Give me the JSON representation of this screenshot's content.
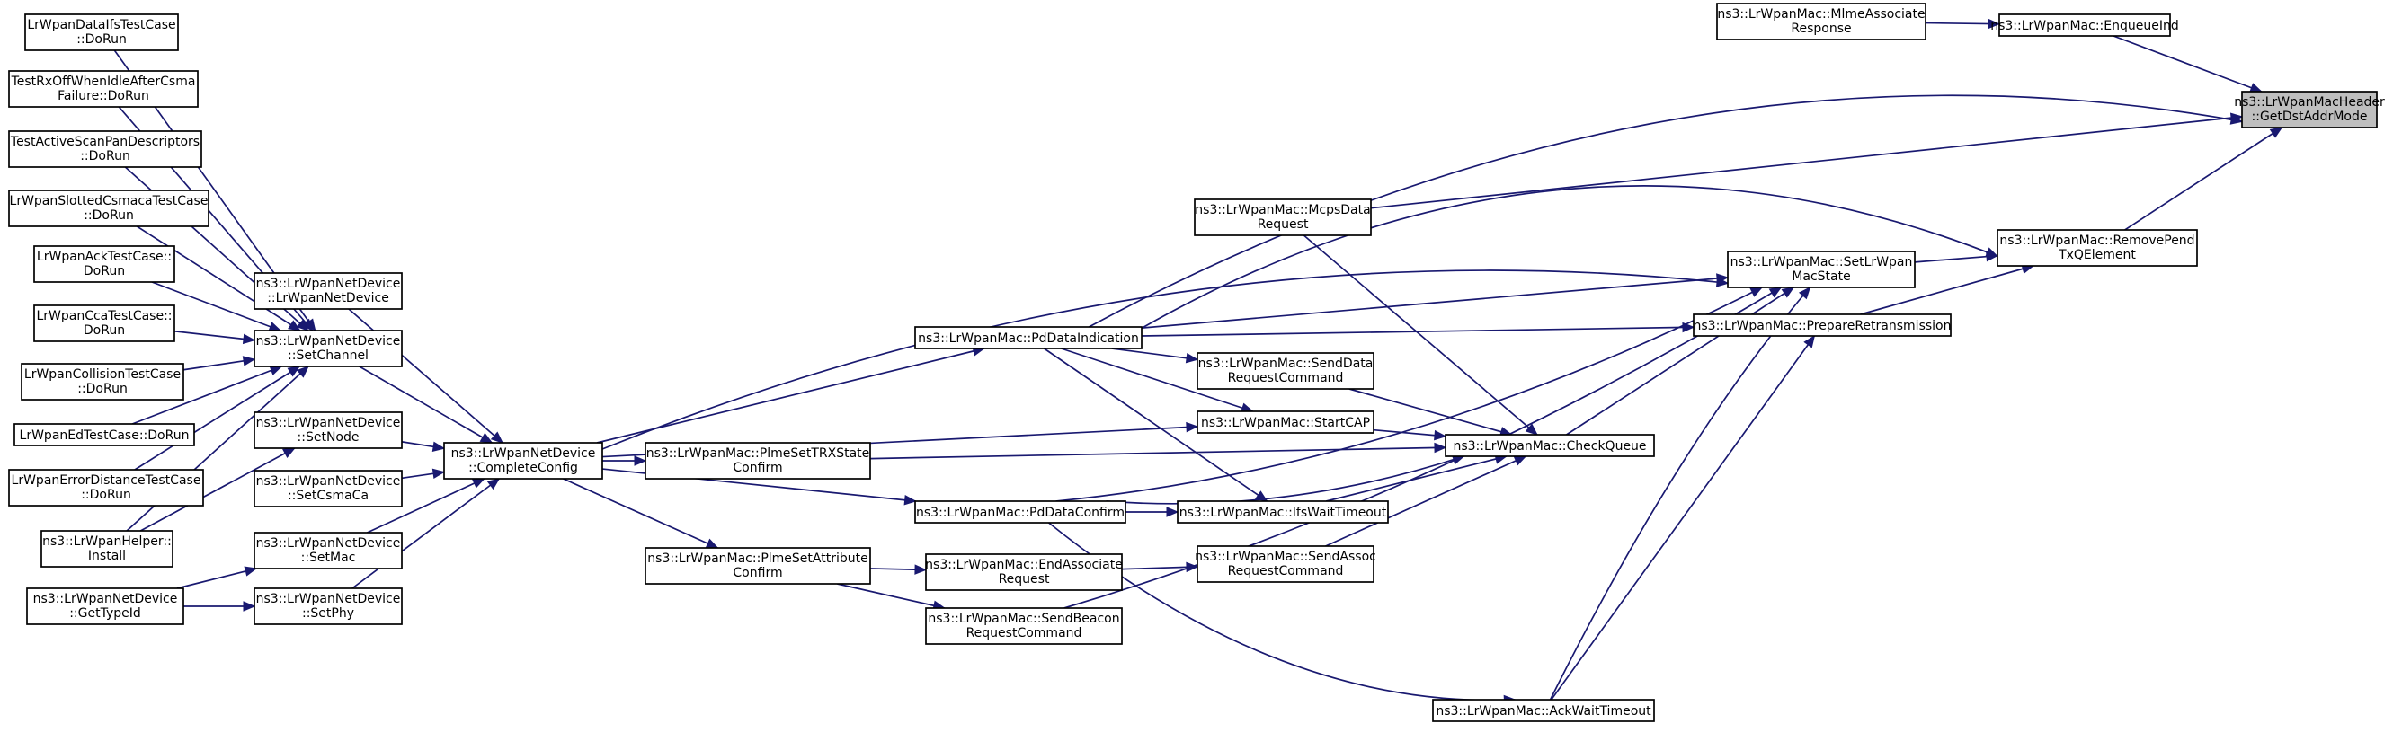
{
  "graph": {
    "title": "",
    "nodes": {
      "n_getdst": {
        "lines": [
          "ns3::LrWpanMacHeader",
          "::GetDstAddrMode"
        ]
      },
      "n_enqueueind": {
        "lines": [
          "ns3::LrWpanMac::EnqueueInd"
        ]
      },
      "n_mlmeassoc": {
        "lines": [
          "ns3::LrWpanMac::MlmeAssociate",
          "Response"
        ]
      },
      "n_removepend": {
        "lines": [
          "ns3::LrWpanMac::RemovePend",
          "TxQElement"
        ]
      },
      "n_setlrwpan": {
        "lines": [
          "ns3::LrWpanMac::SetLrWpan",
          "MacState"
        ]
      },
      "n_prepareret": {
        "lines": [
          "ns3::LrWpanMac::PrepareRetransmission"
        ]
      },
      "n_mcpsdata": {
        "lines": [
          "ns3::LrWpanMac::McpsData",
          "Request"
        ]
      },
      "n_pddataind": {
        "lines": [
          "ns3::LrWpanMac::PdDataIndication"
        ]
      },
      "n_checkqueue": {
        "lines": [
          "ns3::LrWpanMac::CheckQueue"
        ]
      },
      "n_senddatareq": {
        "lines": [
          "ns3::LrWpanMac::SendData",
          "RequestCommand"
        ]
      },
      "n_startcap": {
        "lines": [
          "ns3::LrWpanMac::StartCAP"
        ]
      },
      "n_ifswait": {
        "lines": [
          "ns3::LrWpanMac::IfsWaitTimeout"
        ]
      },
      "n_pddataconf": {
        "lines": [
          "ns3::LrWpanMac::PdDataConfirm"
        ]
      },
      "n_sendassoc": {
        "lines": [
          "ns3::LrWpanMac::SendAssoc",
          "RequestCommand"
        ]
      },
      "n_endassoc": {
        "lines": [
          "ns3::LrWpanMac::EndAssociate",
          "Request"
        ]
      },
      "n_sendbeacon": {
        "lines": [
          "ns3::LrWpanMac::SendBeacon",
          "RequestCommand"
        ]
      },
      "n_acktimeout": {
        "lines": [
          "ns3::LrWpanMac::AckWaitTimeout"
        ]
      },
      "n_plmetrx": {
        "lines": [
          "ns3::LrWpanMac::PlmeSetTRXState",
          "Confirm"
        ]
      },
      "n_plmeattr": {
        "lines": [
          "ns3::LrWpanMac::PlmeSetAttribute",
          "Confirm"
        ]
      },
      "n_completecfg": {
        "lines": [
          "ns3::LrWpanNetDevice",
          "::CompleteConfig"
        ]
      },
      "n_ctor": {
        "lines": [
          "ns3::LrWpanNetDevice",
          "::LrWpanNetDevice"
        ]
      },
      "n_setchannel": {
        "lines": [
          "ns3::LrWpanNetDevice",
          "::SetChannel"
        ]
      },
      "n_setnode": {
        "lines": [
          "ns3::LrWpanNetDevice",
          "::SetNode"
        ]
      },
      "n_setcsma": {
        "lines": [
          "ns3::LrWpanNetDevice",
          "::SetCsmaCa"
        ]
      },
      "n_setmac": {
        "lines": [
          "ns3::LrWpanNetDevice",
          "::SetMac"
        ]
      },
      "n_setphy": {
        "lines": [
          "ns3::LrWpanNetDevice",
          "::SetPhy"
        ]
      },
      "n_t_datalfs": {
        "lines": [
          "LrWpanDataIfsTestCase",
          "::DoRun"
        ]
      },
      "n_t_rxoff": {
        "lines": [
          "TestRxOffWhenIdleAfterCsma",
          "Failure::DoRun"
        ]
      },
      "n_t_active": {
        "lines": [
          "TestActiveScanPanDescriptors",
          "::DoRun"
        ]
      },
      "n_t_slotted": {
        "lines": [
          "LrWpanSlottedCsmacaTestCase",
          "::DoRun"
        ]
      },
      "n_t_ack": {
        "lines": [
          "LrWpanAckTestCase::",
          "DoRun"
        ]
      },
      "n_t_cca": {
        "lines": [
          "LrWpanCcaTestCase::",
          "DoRun"
        ]
      },
      "n_t_collision": {
        "lines": [
          "LrWpanCollisionTestCase",
          "::DoRun"
        ]
      },
      "n_t_ed": {
        "lines": [
          "LrWpanEdTestCase::DoRun"
        ]
      },
      "n_t_errdist": {
        "lines": [
          "LrWpanErrorDistanceTestCase",
          "::DoRun"
        ]
      },
      "n_helper": {
        "lines": [
          "ns3::LrWpanHelper::",
          "Install"
        ]
      },
      "n_gettypeid": {
        "lines": [
          "ns3::LrWpanNetDevice",
          "::GetTypeId"
        ]
      }
    }
  }
}
